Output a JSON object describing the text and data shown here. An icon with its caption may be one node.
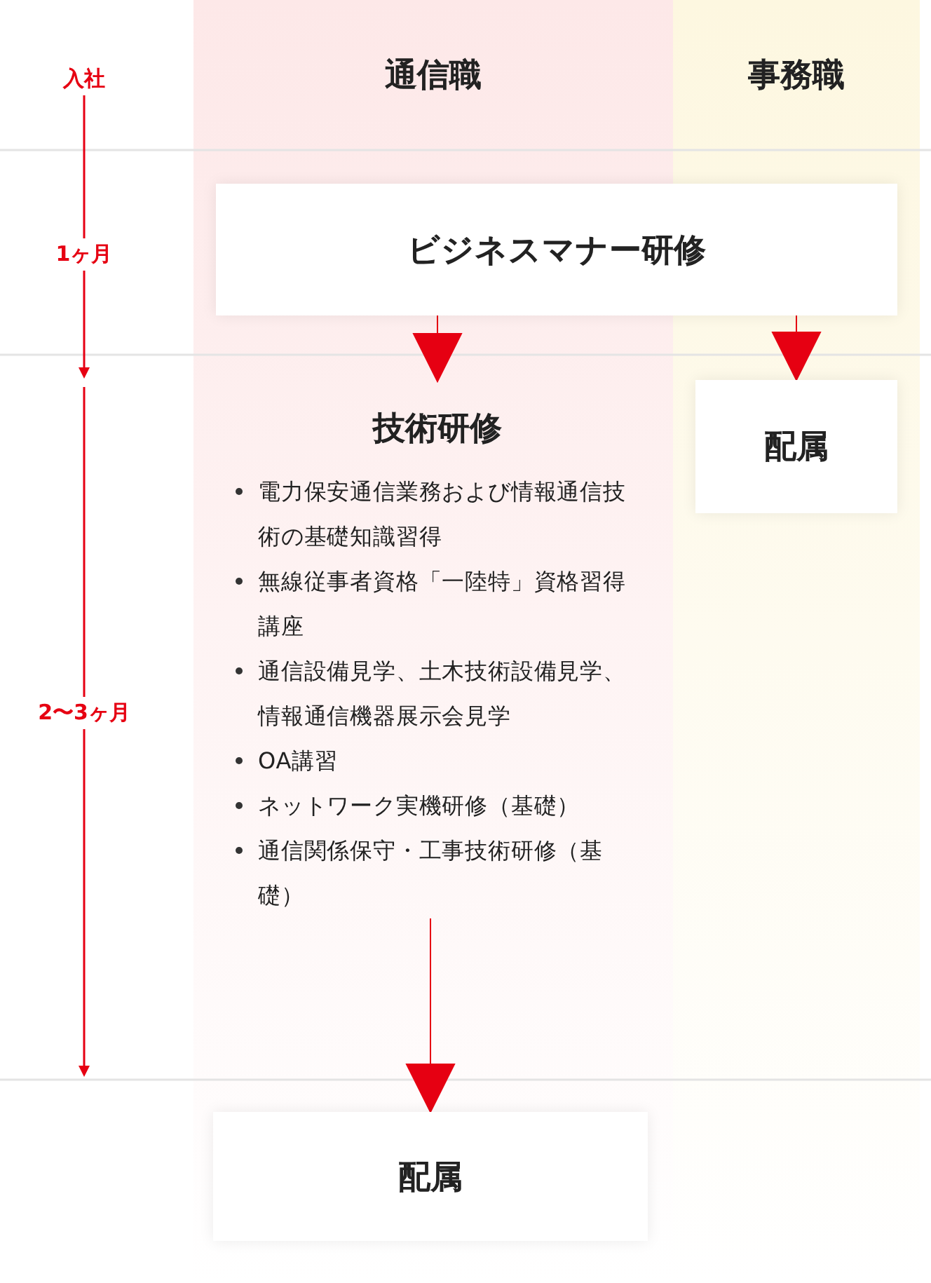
{
  "diagram": {
    "nodes": [
      {
        "text": [
          "入社"
        ]
      },
      {
        "text": [
          "通信職"
        ]
      },
      {
        "text": [
          "事務職"
        ]
      },
      {
        "text": [
          "1ヶ月"
        ]
      },
      {
        "text": [
          "ビジネスマナー研修"
        ]
      },
      {
        "text": [
          "2〜3ヶ月"
        ]
      },
      {
        "text": [
          "技術研修",
          "電力保安通信業務および情報通信技術の基礎知識習得",
          "無線従事者資格「一陸特」資格習得講座",
          "通信設備見学、土木技術設備見学、情報通信機器展示会見学",
          "OA講習",
          "ネットワーク実機研修（基礎）",
          "通信関係保守・工事技術研修（基礎）"
        ],
        "in": 1
      },
      {
        "text": [
          "配属"
        ],
        "in": 2
      },
      {
        "text": [
          "配属"
        ],
        "in": 1
      }
    ],
    "edges": [
      {
        "from": 0,
        "to": 3,
        "arrow": "none"
      },
      {
        "from": 3,
        "to": null,
        "arrow": "to"
      },
      {
        "from": null,
        "to": 5,
        "arrow": "none"
      },
      {
        "from": 5,
        "to": null,
        "arrow": "to"
      },
      {
        "from": 4,
        "to": 6,
        "arrow": "to"
      },
      {
        "from": 4,
        "to": 7,
        "arrow": "to"
      },
      {
        "from": 6,
        "to": 8,
        "arrow": "to"
      }
    ]
  }
}
